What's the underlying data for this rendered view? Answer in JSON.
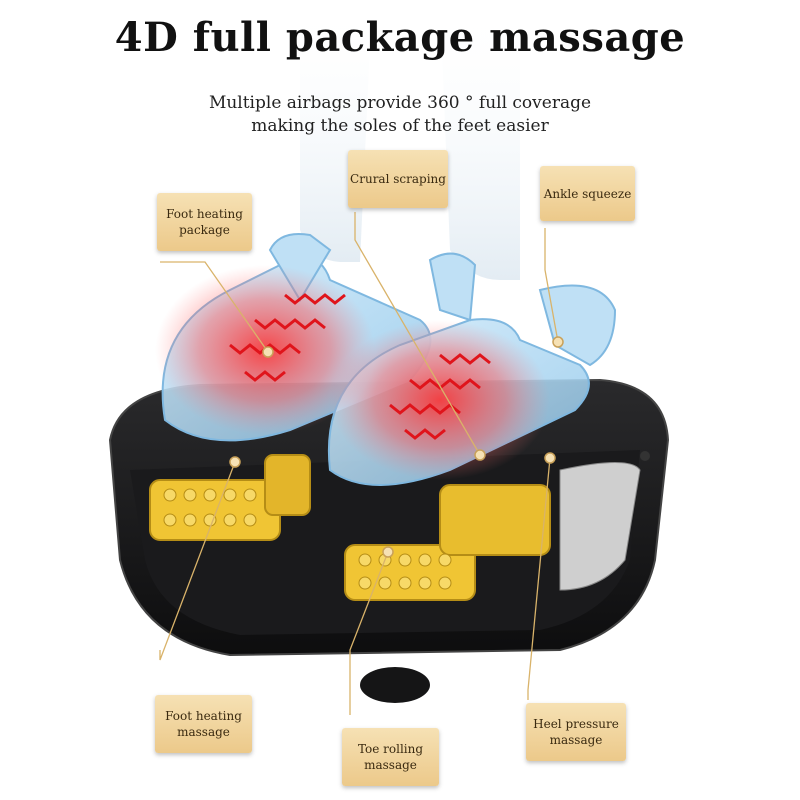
{
  "title": "4D full package massage",
  "subtitle": [
    "Multiple airbags provide 360 ° full coverage",
    "making the soles of the feet easier"
  ],
  "callouts": {
    "foot_heating_package": [
      "Foot heating",
      "package"
    ],
    "crural_scraping": [
      "Crural scraping"
    ],
    "ankle_squeeze": [
      "Ankle squeeze"
    ],
    "foot_heating_massage": [
      "Foot heating",
      "massage"
    ],
    "toe_rolling_massage": [
      "Toe rolling",
      "massage"
    ],
    "heel_pressure_massage": [
      "Heel pressure",
      "massage"
    ]
  },
  "colors": {
    "label_gold": "#ecc98a",
    "leader_line": "#d9b36a",
    "heat_wave": "#e0141b",
    "device_body": "#1c1c1e",
    "roller_yellow": "#f0c534",
    "airbag_blue": "#a9d3ef"
  },
  "icons": [
    "heat-wave-icon",
    "callout-dot-icon"
  ]
}
